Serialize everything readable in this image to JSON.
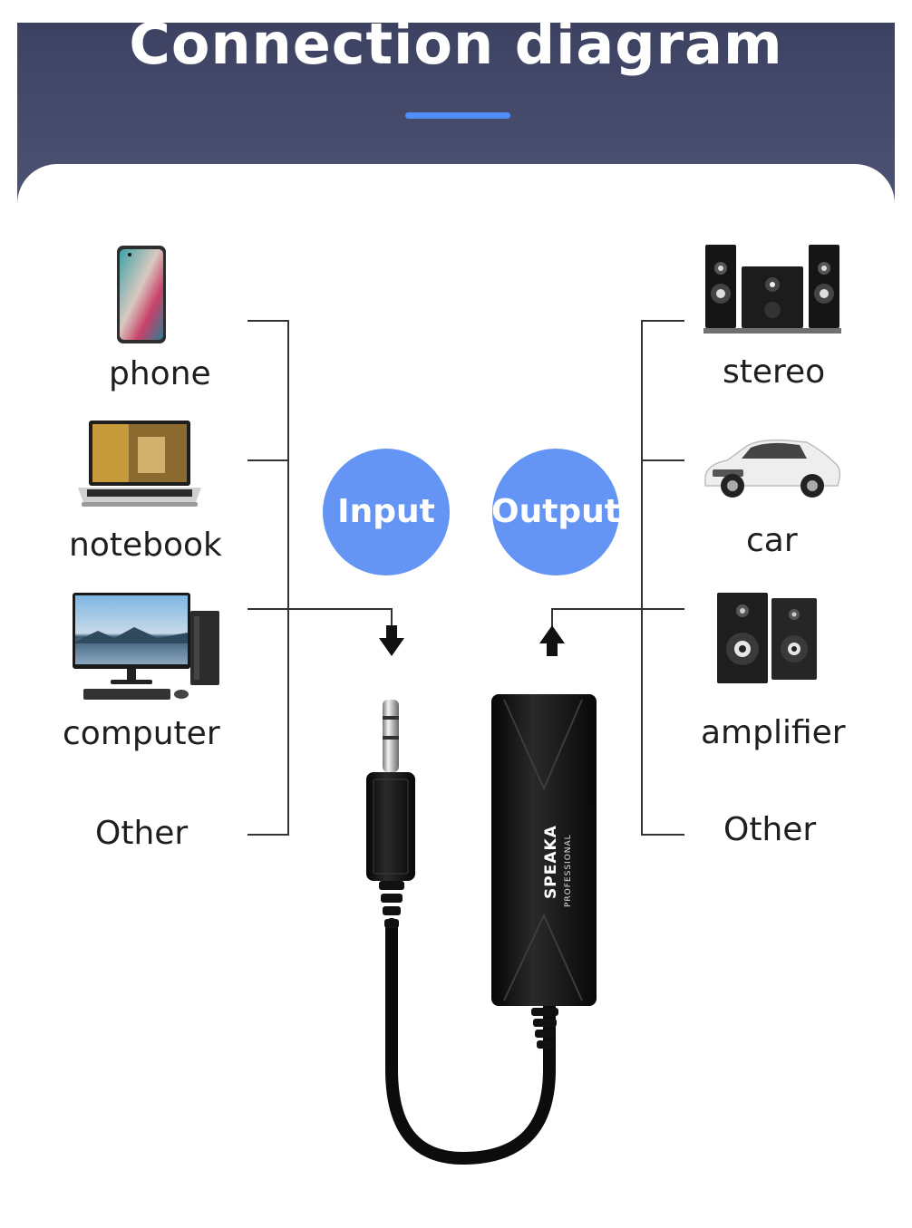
{
  "title": "Connection diagram",
  "colors": {
    "header": "#4a4e6e",
    "accent_bar": "#4f8ef6",
    "bubble": "#6494f4",
    "device_body": "#0e0e0e"
  },
  "input_devices": [
    {
      "label": "phone",
      "icon": "phone-icon"
    },
    {
      "label": "notebook",
      "icon": "laptop-icon"
    },
    {
      "label": "computer",
      "icon": "desktop-computer-icon"
    },
    {
      "label": "Other",
      "icon": ""
    }
  ],
  "output_devices": [
    {
      "label": "stereo",
      "icon": "stereo-system-icon"
    },
    {
      "label": "car",
      "icon": "car-icon"
    },
    {
      "label": "amplifier",
      "icon": "speaker-amplifier-icon"
    },
    {
      "label": "Other",
      "icon": ""
    }
  ],
  "input_label": "Input",
  "output_label": "Output",
  "product": {
    "brand": "SPEAKA",
    "sub_brand": "PROFESSIONAL"
  }
}
